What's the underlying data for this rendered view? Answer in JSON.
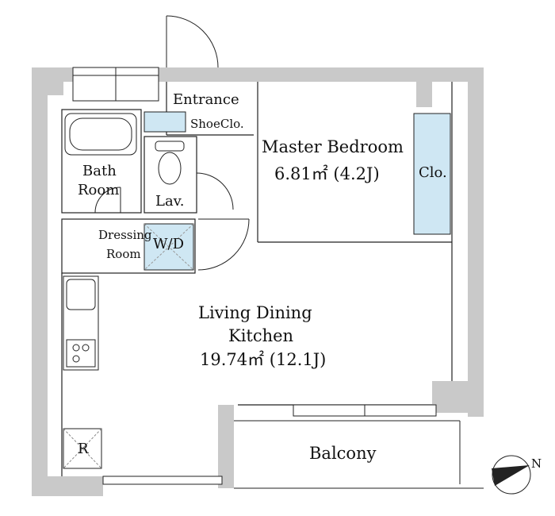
{
  "rooms": {
    "entrance": "Entrance",
    "shoe_closet": "ShoeClo.",
    "master_bedroom": {
      "name": "Master Bedroom",
      "area": "6.81㎡ (4.2J)"
    },
    "closet": "Clo.",
    "bath_room": [
      "Bath",
      "Room"
    ],
    "lavatory": "Lav.",
    "dressing_room": [
      "Dressing",
      "Room"
    ],
    "washer_dryer": "W/D",
    "ldk": {
      "name_line1": "Living Dining",
      "name_line2": "Kitchen",
      "area": "19.74㎡ (12.1J)"
    },
    "refrigerator": "R",
    "balcony": "Balcony"
  },
  "colors": {
    "wall": "#c9c9c9",
    "storage_fill": "#cfe7f3",
    "line": "#222222"
  },
  "icons": [
    "north-arrow-icon",
    "toilet-icon",
    "bathtub-icon",
    "sink-icon",
    "stove-icon"
  ],
  "north_arrow": "N"
}
